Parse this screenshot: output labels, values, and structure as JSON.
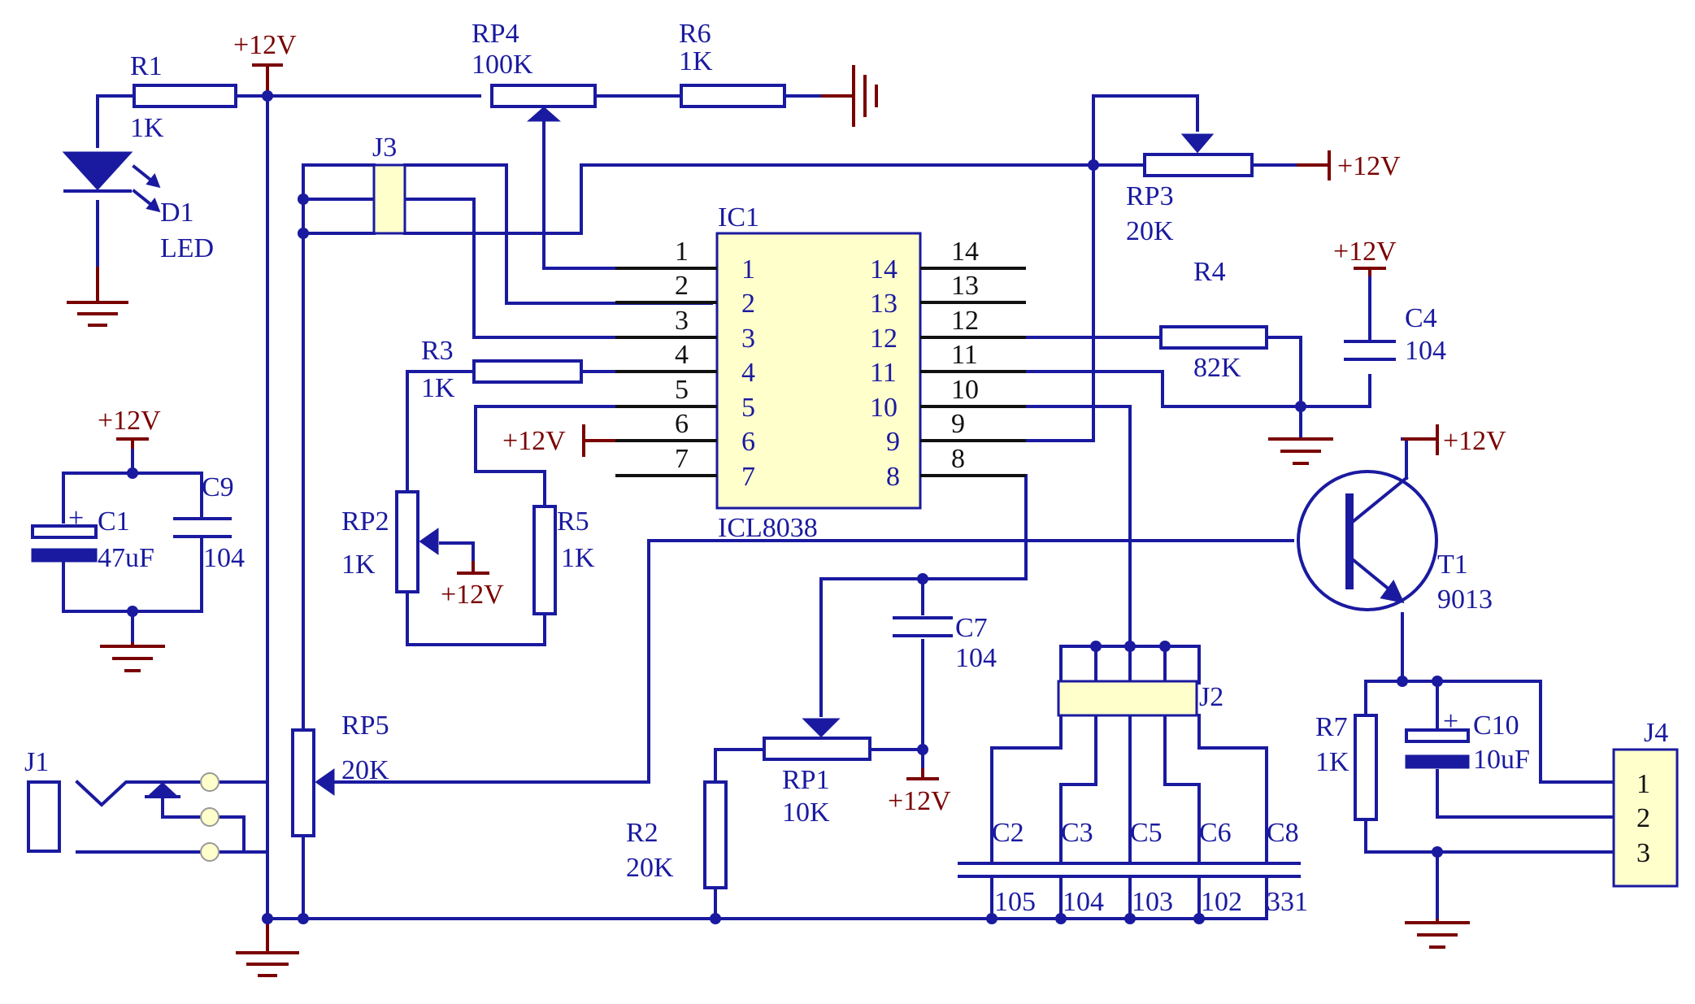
{
  "colors": {
    "wire": "#1a1aa0",
    "pin": "#111111",
    "power": "#7a0000",
    "fill": "#ffffcc"
  },
  "power": {
    "vcc": "+12V"
  },
  "ic": {
    "ref": "IC1",
    "part": "ICL8038",
    "left_pins": [
      "1",
      "2",
      "3",
      "4",
      "5",
      "6",
      "7"
    ],
    "right_pins": [
      "14",
      "13",
      "12",
      "11",
      "10",
      "9",
      "8"
    ]
  },
  "components": {
    "r1": {
      "ref": "R1",
      "value": "1K"
    },
    "d1": {
      "ref": "D1",
      "value": "LED"
    },
    "rp4": {
      "ref": "RP4",
      "value": "100K"
    },
    "r6": {
      "ref": "R6",
      "value": "1K"
    },
    "j3": {
      "ref": "J3"
    },
    "rp3": {
      "ref": "RP3",
      "value": "20K"
    },
    "r4": {
      "ref": "R4",
      "value": "82K"
    },
    "c4": {
      "ref": "C4",
      "value": "104"
    },
    "r3": {
      "ref": "R3",
      "value": "1K"
    },
    "c1": {
      "ref": "C1",
      "value": "47uF"
    },
    "c9": {
      "ref": "C9",
      "value": "104"
    },
    "rp2": {
      "ref": "RP2",
      "value": "1K"
    },
    "r5": {
      "ref": "R5",
      "value": "1K"
    },
    "t1": {
      "ref": "T1",
      "value": "9013"
    },
    "c7": {
      "ref": "C7",
      "value": "104"
    },
    "rp5": {
      "ref": "RP5",
      "value": "20K"
    },
    "j1": {
      "ref": "J1"
    },
    "rp1": {
      "ref": "RP1",
      "value": "10K"
    },
    "r2": {
      "ref": "R2",
      "value": "20K"
    },
    "j2": {
      "ref": "J2"
    },
    "c2": {
      "ref": "C2",
      "value": "105"
    },
    "c3": {
      "ref": "C3",
      "value": "104"
    },
    "c5": {
      "ref": "C5",
      "value": "103"
    },
    "c6": {
      "ref": "C6",
      "value": "102"
    },
    "c8": {
      "ref": "C8",
      "value": "331"
    },
    "r7": {
      "ref": "R7",
      "value": "1K"
    },
    "c10": {
      "ref": "C10",
      "value": "10uF"
    },
    "j4": {
      "ref": "J4",
      "pins": [
        "1",
        "2",
        "3"
      ]
    }
  }
}
